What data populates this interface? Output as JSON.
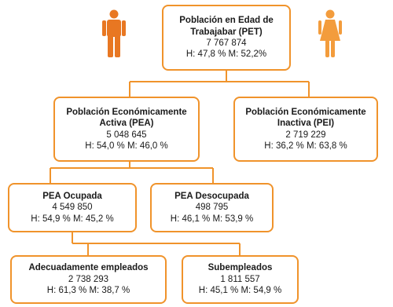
{
  "colors": {
    "box_border": "#f0932b",
    "connector": "#f0932b",
    "man_icon": "#e87722",
    "woman_icon": "#f39c3c"
  },
  "icons": {
    "man": "man-icon",
    "woman": "woman-icon"
  },
  "nodes": {
    "pet": {
      "title_line1": "Población en Edad de",
      "title_line2": "Trabajabar (PET)",
      "value": "7 767 874",
      "ratio": "H: 47,8 % M: 52,2%"
    },
    "pea": {
      "title_line1": "Población Económicamente",
      "title_line2": "Activa (PEA)",
      "value": "5 048 645",
      "ratio": "H: 54,0 % M: 46,0 %"
    },
    "pei": {
      "title_line1": "Población Económicamente",
      "title_line2": "Inactiva (PEI)",
      "value": "2 719 229",
      "ratio": "H: 36,2 % M: 63,8 %"
    },
    "ocupada": {
      "title": "PEA Ocupada",
      "value": "4 549 850",
      "ratio": "H: 54,9 % M: 45,2 %"
    },
    "desocupada": {
      "title": "PEA Desocupada",
      "value": "498 795",
      "ratio": "H: 46,1 % M: 53,9 %"
    },
    "adecuado": {
      "title": "Adecuadamente empleados",
      "value": "2 738 293",
      "ratio": "H: 61,3 % M: 38,7 %"
    },
    "subempleo": {
      "title": "Subempleados",
      "value": "1 811 557",
      "ratio": "H: 45,1 % M: 54,9 %"
    }
  }
}
